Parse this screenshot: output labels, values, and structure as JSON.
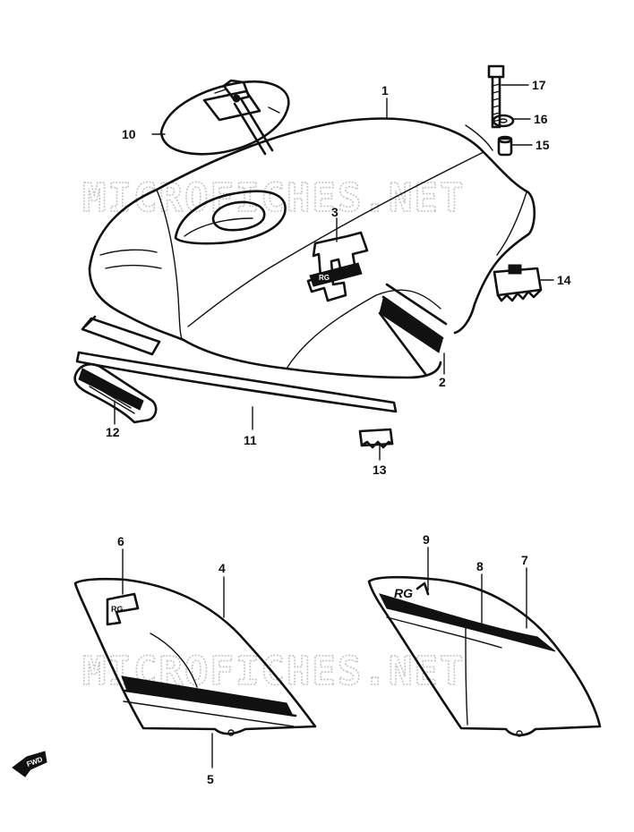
{
  "watermark": "MICROFICHES.NET",
  "forward_label": "FWD",
  "callouts": [
    {
      "id": "c1",
      "label": "1"
    },
    {
      "id": "c2",
      "label": "2"
    },
    {
      "id": "c3",
      "label": "3"
    },
    {
      "id": "c4",
      "label": "4"
    },
    {
      "id": "c5",
      "label": "5"
    },
    {
      "id": "c6",
      "label": "6"
    },
    {
      "id": "c7",
      "label": "7"
    },
    {
      "id": "c8",
      "label": "8"
    },
    {
      "id": "c9",
      "label": "9"
    },
    {
      "id": "c10",
      "label": "10"
    },
    {
      "id": "c11",
      "label": "11"
    },
    {
      "id": "c12",
      "label": "12"
    },
    {
      "id": "c13",
      "label": "13"
    },
    {
      "id": "c14",
      "label": "14"
    },
    {
      "id": "c15",
      "label": "15"
    },
    {
      "id": "c16",
      "label": "16"
    },
    {
      "id": "c17",
      "label": "17"
    }
  ],
  "decals": {
    "left_cover_text": "RG",
    "right_cover_text": "RG"
  }
}
